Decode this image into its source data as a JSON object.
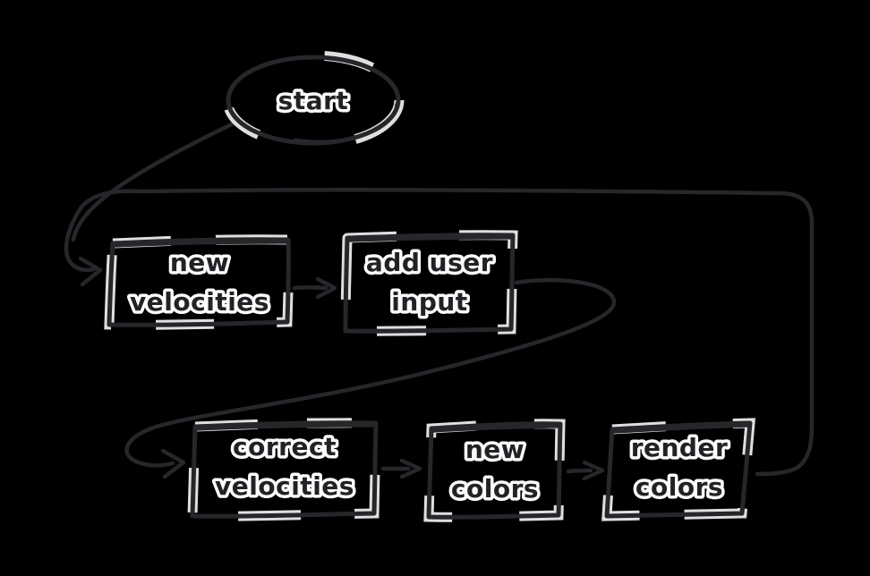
{
  "canvas": {
    "background_color": "#000000",
    "ink_color": "#26262b",
    "text_fill_color": "#222226",
    "text_halo_color": "#fbfbfb",
    "style": "hand-drawn sketch flowchart on black background"
  },
  "diagram": {
    "type": "flowchart",
    "nodes": [
      {
        "id": "start",
        "shape": "ellipse",
        "lines": [
          "start"
        ]
      },
      {
        "id": "new-velocities",
        "shape": "rectangle",
        "lines": [
          "new",
          "velocities"
        ]
      },
      {
        "id": "add-user-input",
        "shape": "rectangle",
        "lines": [
          "add user",
          "input"
        ]
      },
      {
        "id": "correct-velocities",
        "shape": "rectangle",
        "lines": [
          "correct",
          "velocities"
        ]
      },
      {
        "id": "new-colors",
        "shape": "rectangle",
        "lines": [
          "new",
          "colors"
        ]
      },
      {
        "id": "render-colors",
        "shape": "rectangle",
        "lines": [
          "render",
          "colors"
        ]
      }
    ],
    "edges": [
      {
        "from": "start",
        "to": "new-velocities",
        "style": "curved arrow"
      },
      {
        "from": "new-velocities",
        "to": "add-user-input",
        "style": "straight arrow"
      },
      {
        "from": "add-user-input",
        "to": "correct-velocities",
        "style": "s-curve arrow"
      },
      {
        "from": "correct-velocities",
        "to": "new-colors",
        "style": "straight arrow"
      },
      {
        "from": "new-colors",
        "to": "render-colors",
        "style": "straight arrow"
      },
      {
        "from": "render-colors",
        "to": "new-velocities",
        "style": "loop back around top"
      }
    ]
  }
}
